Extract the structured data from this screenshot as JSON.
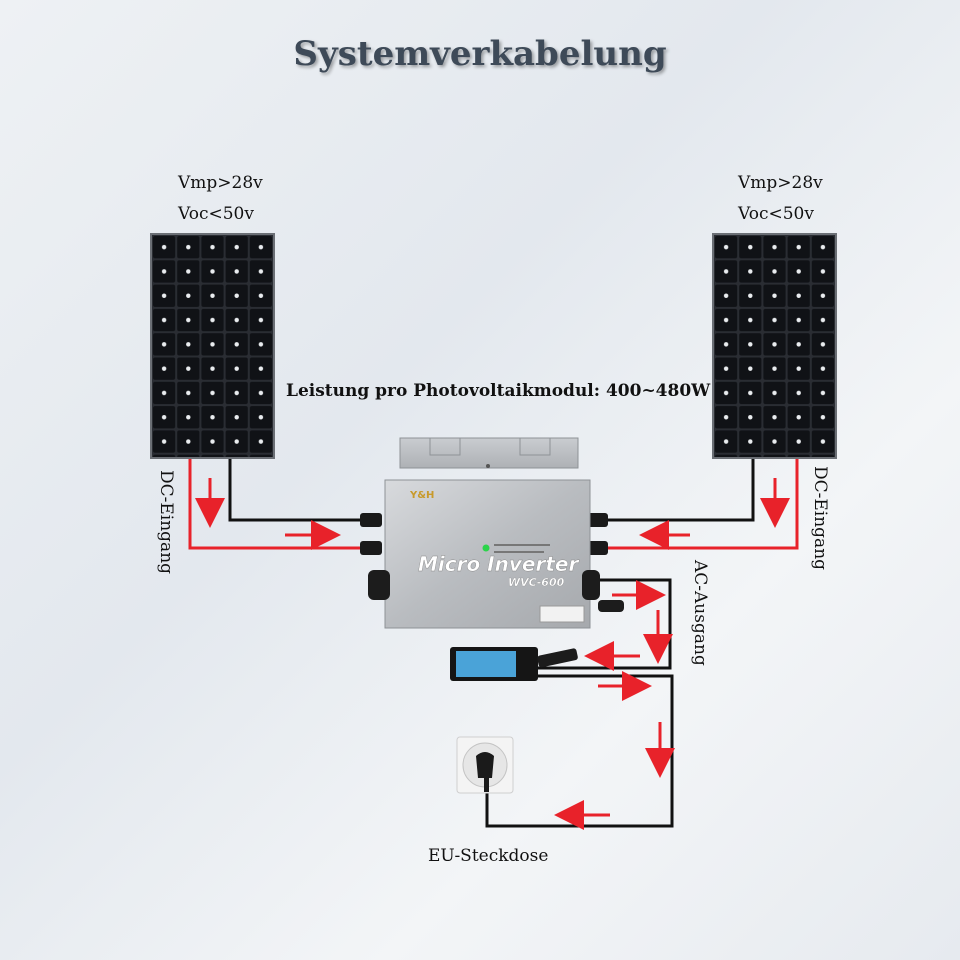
{
  "title": "Systemverkabelung",
  "left_panel": {
    "vmp": "Vmp>28v",
    "voc": "Voc<50v",
    "dc_label": "DC-Eingang"
  },
  "right_panel": {
    "vmp": "Vmp>28v",
    "voc": "Voc<50v",
    "dc_label": "DC-Eingang"
  },
  "power_note": "Leistung pro Photovoltaikmodul: 400~480W",
  "inverter": {
    "brand": "Y&H",
    "name": "Micro Inverter",
    "model": "WVC-600"
  },
  "ac_label": "AC-Ausgang",
  "socket_label": "EU-Steckdose",
  "colors": {
    "wire_positive": "#e8222a",
    "wire_negative": "#111111",
    "arrow": "#e8222a"
  }
}
